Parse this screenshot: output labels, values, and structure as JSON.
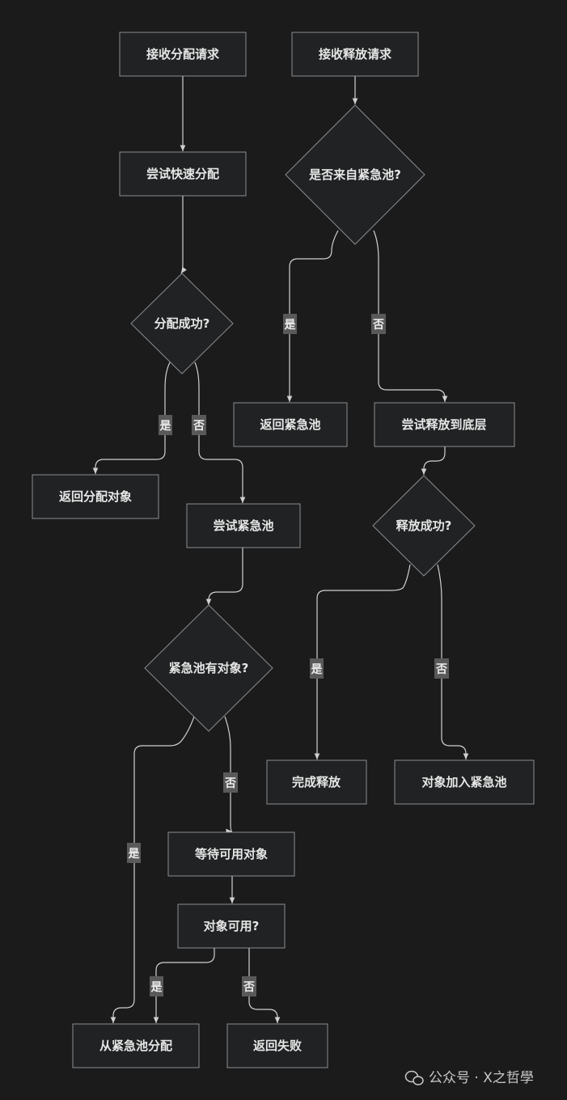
{
  "nodes": {
    "recv_alloc": "接收分配请求",
    "try_fast": "尝试快速分配",
    "alloc_ok": "分配成功?",
    "return_alloc": "返回分配对象",
    "try_emergency": "尝试紧急池",
    "emergency_has": "紧急池有对象?",
    "wait_obj": "等待可用对象",
    "obj_avail": "对象可用?",
    "alloc_from_emergency": "从紧急池分配",
    "return_fail": "返回失败",
    "recv_release": "接收释放请求",
    "from_emergency": "是否来自紧急池?",
    "return_emergency": "返回紧急池",
    "try_release_bottom": "尝试释放到底层",
    "release_ok": "释放成功?",
    "release_done": "完成释放",
    "add_to_emergency": "对象加入紧急池"
  },
  "labels": {
    "yes": "是",
    "no": "否"
  },
  "watermark": "公众号 · X之哲學"
}
